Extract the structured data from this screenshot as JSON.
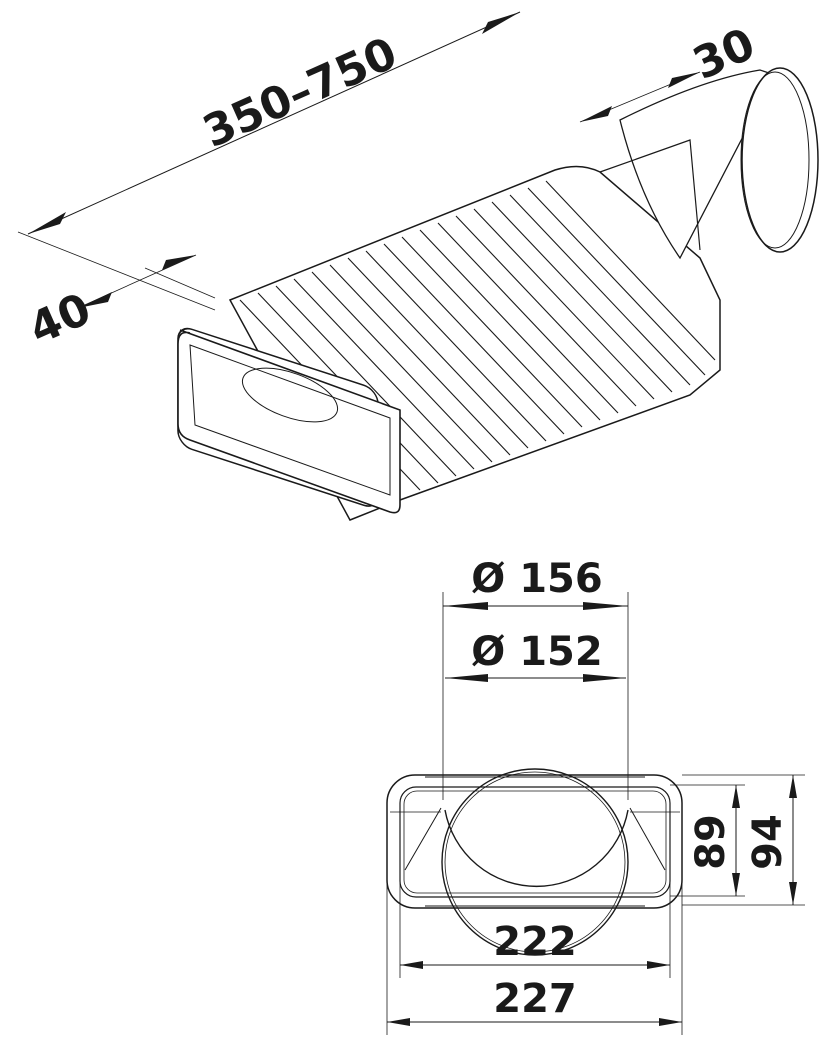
{
  "diagram": {
    "subject": "flat duct flexible connector with round spigot",
    "isometric_view": {
      "dimensions": {
        "length": "350–750",
        "spigot_offset": "30",
        "inlet_depth": "40"
      }
    },
    "end_view": {
      "dimensions": {
        "outer_diameter": "Ø 156",
        "inner_diameter": "Ø 152",
        "inner_width": "222",
        "outer_width": "227",
        "inner_height": "89",
        "outer_height": "94"
      }
    },
    "colors": {
      "line": "#1a1a1a",
      "background": "#ffffff"
    }
  }
}
